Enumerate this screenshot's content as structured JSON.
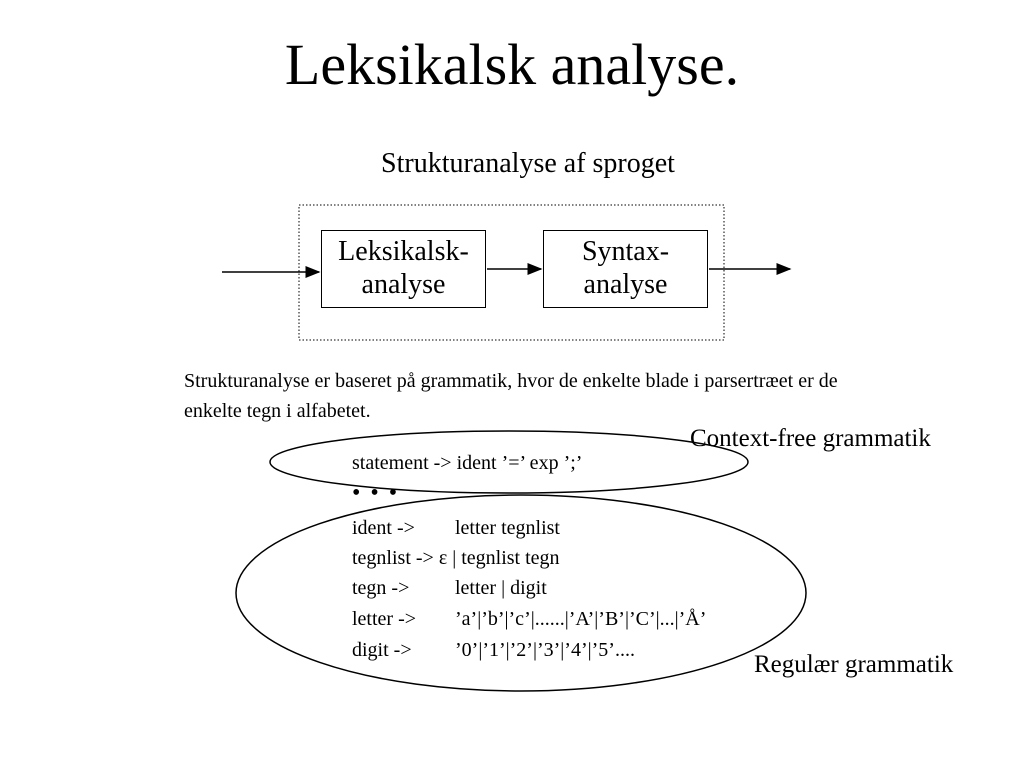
{
  "title": "Leksikalsk analyse.",
  "subtitle": "Strukturanalyse af sproget",
  "diagram": {
    "box1": {
      "line1": "Leksikalsk-",
      "line2": "analyse"
    },
    "box2": {
      "line1": "Syntax-",
      "line2": "analyse"
    }
  },
  "description": "Strukturanalyse er baseret på grammatik, hvor de enkelte blade i parsertræet er de enkelte tegn i alfabetet.",
  "context_free": {
    "label": "Context-free grammatik",
    "statement": "statement -> ident ’=’ exp ’;’",
    "ellipsis": "• • •"
  },
  "regular": {
    "label": "Regulær grammatik",
    "rules": [
      {
        "lhs": "ident ->",
        "rhs": "letter tegnlist"
      },
      {
        "lhs": "tegnlist -> ε | tegnlist tegn",
        "rhs": ""
      },
      {
        "lhs": "tegn ->",
        "rhs": "letter | digit"
      },
      {
        "lhs": "letter ->",
        "rhs": "’a’|’b’|’c’|......|’A’|’B’|’C’|...|’Å’"
      },
      {
        "lhs": "digit ->",
        "rhs": "’0’|’1’|’2’|’3’|’4’|’5’...."
      }
    ]
  }
}
